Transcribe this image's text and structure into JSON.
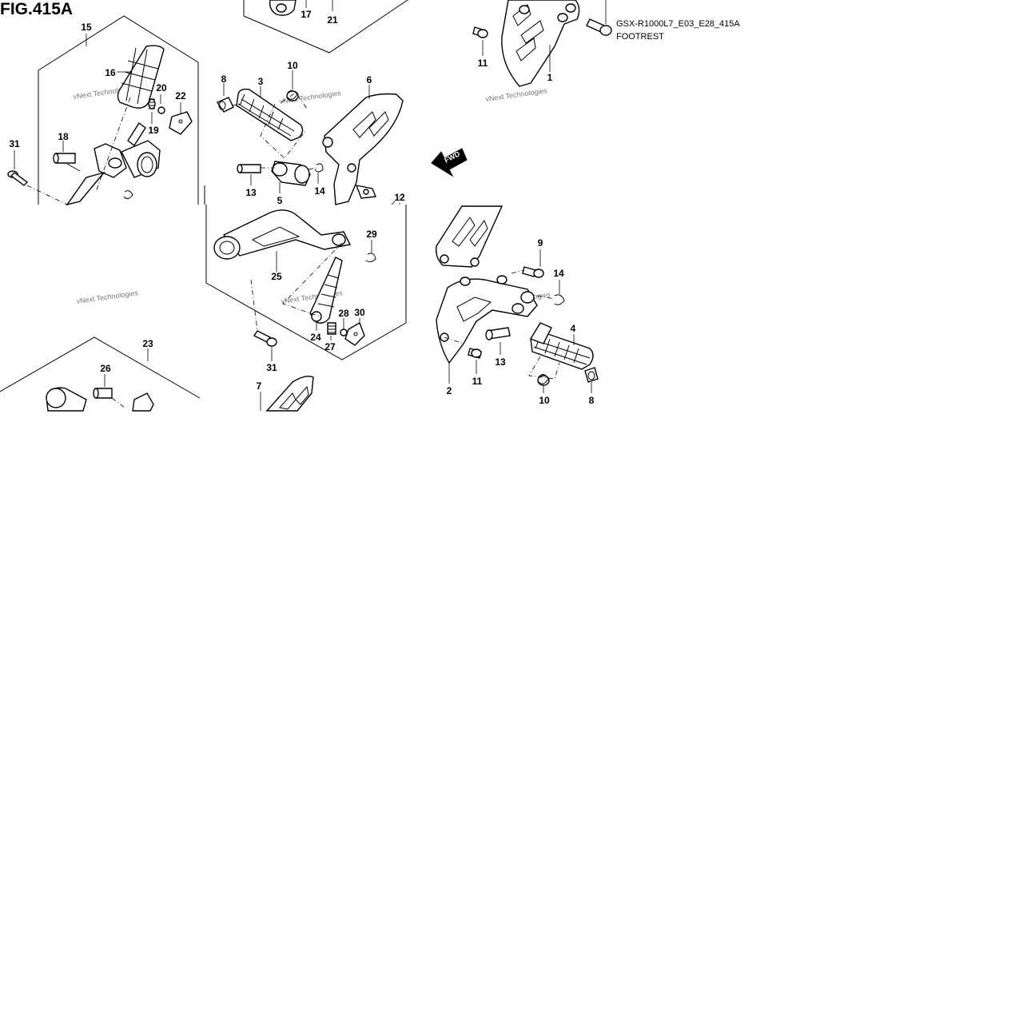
{
  "figure": {
    "title": "FIG.415A",
    "code": "GSX-R1000L7_E03_E28_415A",
    "name": "FOOTREST",
    "fwd": "FWD",
    "watermark": "vNext Technologies"
  },
  "callouts": [
    {
      "id": "c15",
      "text": "15"
    },
    {
      "id": "c16",
      "text": "16"
    },
    {
      "id": "c20",
      "text": "20"
    },
    {
      "id": "c22",
      "text": "22"
    },
    {
      "id": "c19",
      "text": "19"
    },
    {
      "id": "c18",
      "text": "18"
    },
    {
      "id": "c31a",
      "text": "31"
    },
    {
      "id": "c17",
      "text": "17"
    },
    {
      "id": "c21",
      "text": "21"
    },
    {
      "id": "c8a",
      "text": "8"
    },
    {
      "id": "c3",
      "text": "3"
    },
    {
      "id": "c10a",
      "text": "10"
    },
    {
      "id": "c6",
      "text": "6"
    },
    {
      "id": "c13a",
      "text": "13"
    },
    {
      "id": "c5",
      "text": "5"
    },
    {
      "id": "c14a",
      "text": "14"
    },
    {
      "id": "c12",
      "text": "12"
    },
    {
      "id": "c29",
      "text": "29"
    },
    {
      "id": "c25",
      "text": "25"
    },
    {
      "id": "c28",
      "text": "28"
    },
    {
      "id": "c30",
      "text": "30"
    },
    {
      "id": "c24",
      "text": "24"
    },
    {
      "id": "c27",
      "text": "27"
    },
    {
      "id": "c31b",
      "text": "31"
    },
    {
      "id": "c23",
      "text": "23"
    },
    {
      "id": "c26",
      "text": "26"
    },
    {
      "id": "c7",
      "text": "7"
    },
    {
      "id": "c11a",
      "text": "11"
    },
    {
      "id": "c1",
      "text": "1"
    },
    {
      "id": "c9",
      "text": "9"
    },
    {
      "id": "c14b",
      "text": "14"
    },
    {
      "id": "c4",
      "text": "4"
    },
    {
      "id": "c13b",
      "text": "13"
    },
    {
      "id": "c11b",
      "text": "11"
    },
    {
      "id": "c2",
      "text": "2"
    },
    {
      "id": "c10b",
      "text": "10"
    },
    {
      "id": "c8b",
      "text": "8"
    }
  ]
}
